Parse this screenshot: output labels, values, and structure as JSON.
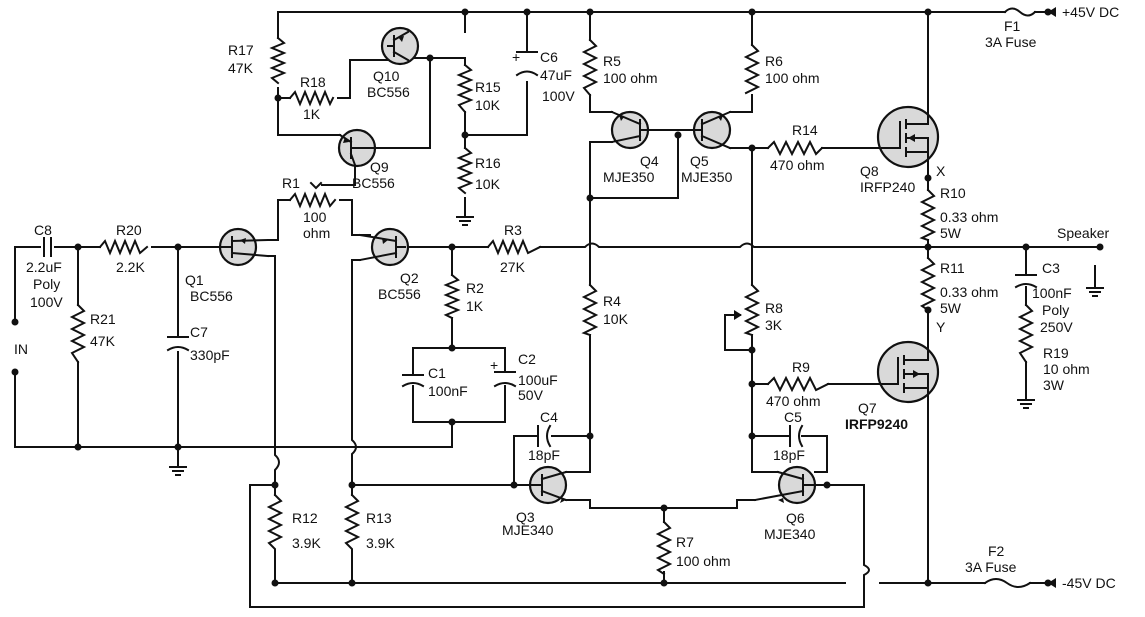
{
  "rails": {
    "pos": {
      "label": "+45V DC",
      "fuse": "F1",
      "fuse_value": "3A Fuse"
    },
    "neg": {
      "label": "-45V DC",
      "fuse": "F2",
      "fuse_value": "3A Fuse"
    }
  },
  "terminals": {
    "input": "IN",
    "speaker": "Speaker",
    "node_x": "X",
    "node_y": "Y"
  },
  "resistors": {
    "R1": {
      "ref": "R1",
      "value": "100",
      "value2": "ohm"
    },
    "R2": {
      "ref": "R2",
      "value": "1K"
    },
    "R3": {
      "ref": "R3",
      "value": "27K"
    },
    "R4": {
      "ref": "R4",
      "value": "10K"
    },
    "R5": {
      "ref": "R5",
      "value": "100 ohm"
    },
    "R6": {
      "ref": "R6",
      "value": "100 ohm"
    },
    "R7": {
      "ref": "R7",
      "value": "100 ohm"
    },
    "R8": {
      "ref": "R8",
      "value": "3K"
    },
    "R9": {
      "ref": "R9",
      "value": "470 ohm"
    },
    "R10": {
      "ref": "R10",
      "value": "0.33 ohm",
      "rating": "5W"
    },
    "R11": {
      "ref": "R11",
      "value": "0.33 ohm",
      "rating": "5W"
    },
    "R12": {
      "ref": "R12",
      "value": "3.9K"
    },
    "R13": {
      "ref": "R13",
      "value": "3.9K"
    },
    "R14": {
      "ref": "R14",
      "value": "470 ohm"
    },
    "R15": {
      "ref": "R15",
      "value": "10K"
    },
    "R16": {
      "ref": "R16",
      "value": "10K"
    },
    "R17": {
      "ref": "R17",
      "value": "47K"
    },
    "R18": {
      "ref": "R18",
      "value": "1K"
    },
    "R19": {
      "ref": "R19",
      "value": "10 ohm",
      "rating": "3W"
    },
    "R20": {
      "ref": "R20",
      "value": "2.2K"
    },
    "R21": {
      "ref": "R21",
      "value": "47K"
    }
  },
  "capacitors": {
    "C1": {
      "ref": "C1",
      "value": "100nF"
    },
    "C2": {
      "ref": "C2",
      "value": "100uF",
      "rating": "50V"
    },
    "C3": {
      "ref": "C3",
      "value": "100nF",
      "type": "Poly",
      "rating": "250V"
    },
    "C4": {
      "ref": "C4",
      "value": "18pF"
    },
    "C5": {
      "ref": "C5",
      "value": "18pF"
    },
    "C6": {
      "ref": "C6",
      "value": "47uF",
      "rating": "100V"
    },
    "C7": {
      "ref": "C7",
      "value": "330pF"
    },
    "C8": {
      "ref": "C8",
      "value": "2.2uF",
      "type": "Poly",
      "rating": "100V"
    }
  },
  "transistors": {
    "Q1": {
      "ref": "Q1",
      "part": "BC556"
    },
    "Q2": {
      "ref": "Q2",
      "part": "BC556"
    },
    "Q3": {
      "ref": "Q3",
      "part": "MJE340"
    },
    "Q4": {
      "ref": "Q4",
      "part": "MJE350"
    },
    "Q5": {
      "ref": "Q5",
      "part": "MJE350"
    },
    "Q6": {
      "ref": "Q6",
      "part": "MJE340"
    },
    "Q7": {
      "ref": "Q7",
      "part": "IRFP9240"
    },
    "Q8": {
      "ref": "Q8",
      "part": "IRFP240"
    },
    "Q9": {
      "ref": "Q9",
      "part": "BC556"
    },
    "Q10": {
      "ref": "Q10",
      "part": "BC556"
    }
  }
}
